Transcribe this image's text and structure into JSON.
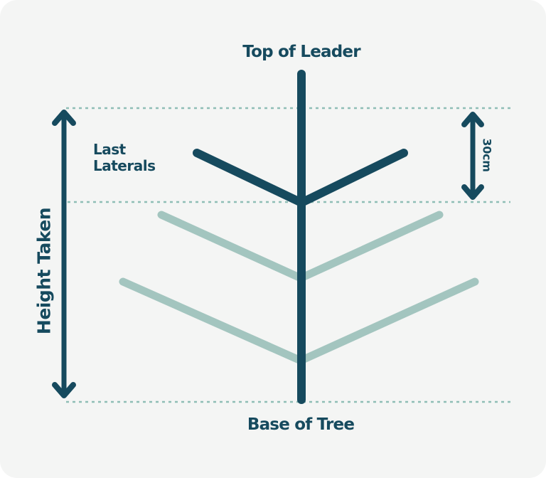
{
  "labels": {
    "top_of_leader": "Top of Leader",
    "last_laterals_line1": "Last",
    "last_laterals_line2": "Laterals",
    "height_taken": "Height Taken",
    "lateral_spacing": "30cm",
    "base_of_tree": "Base of Tree"
  },
  "colors": {
    "dark_teal": "#164a5e",
    "light_branch": "#a3c5bf",
    "dotted_line": "#8fbeb6",
    "card_background": "#f4f5f4",
    "page_background": "#ffffff"
  }
}
